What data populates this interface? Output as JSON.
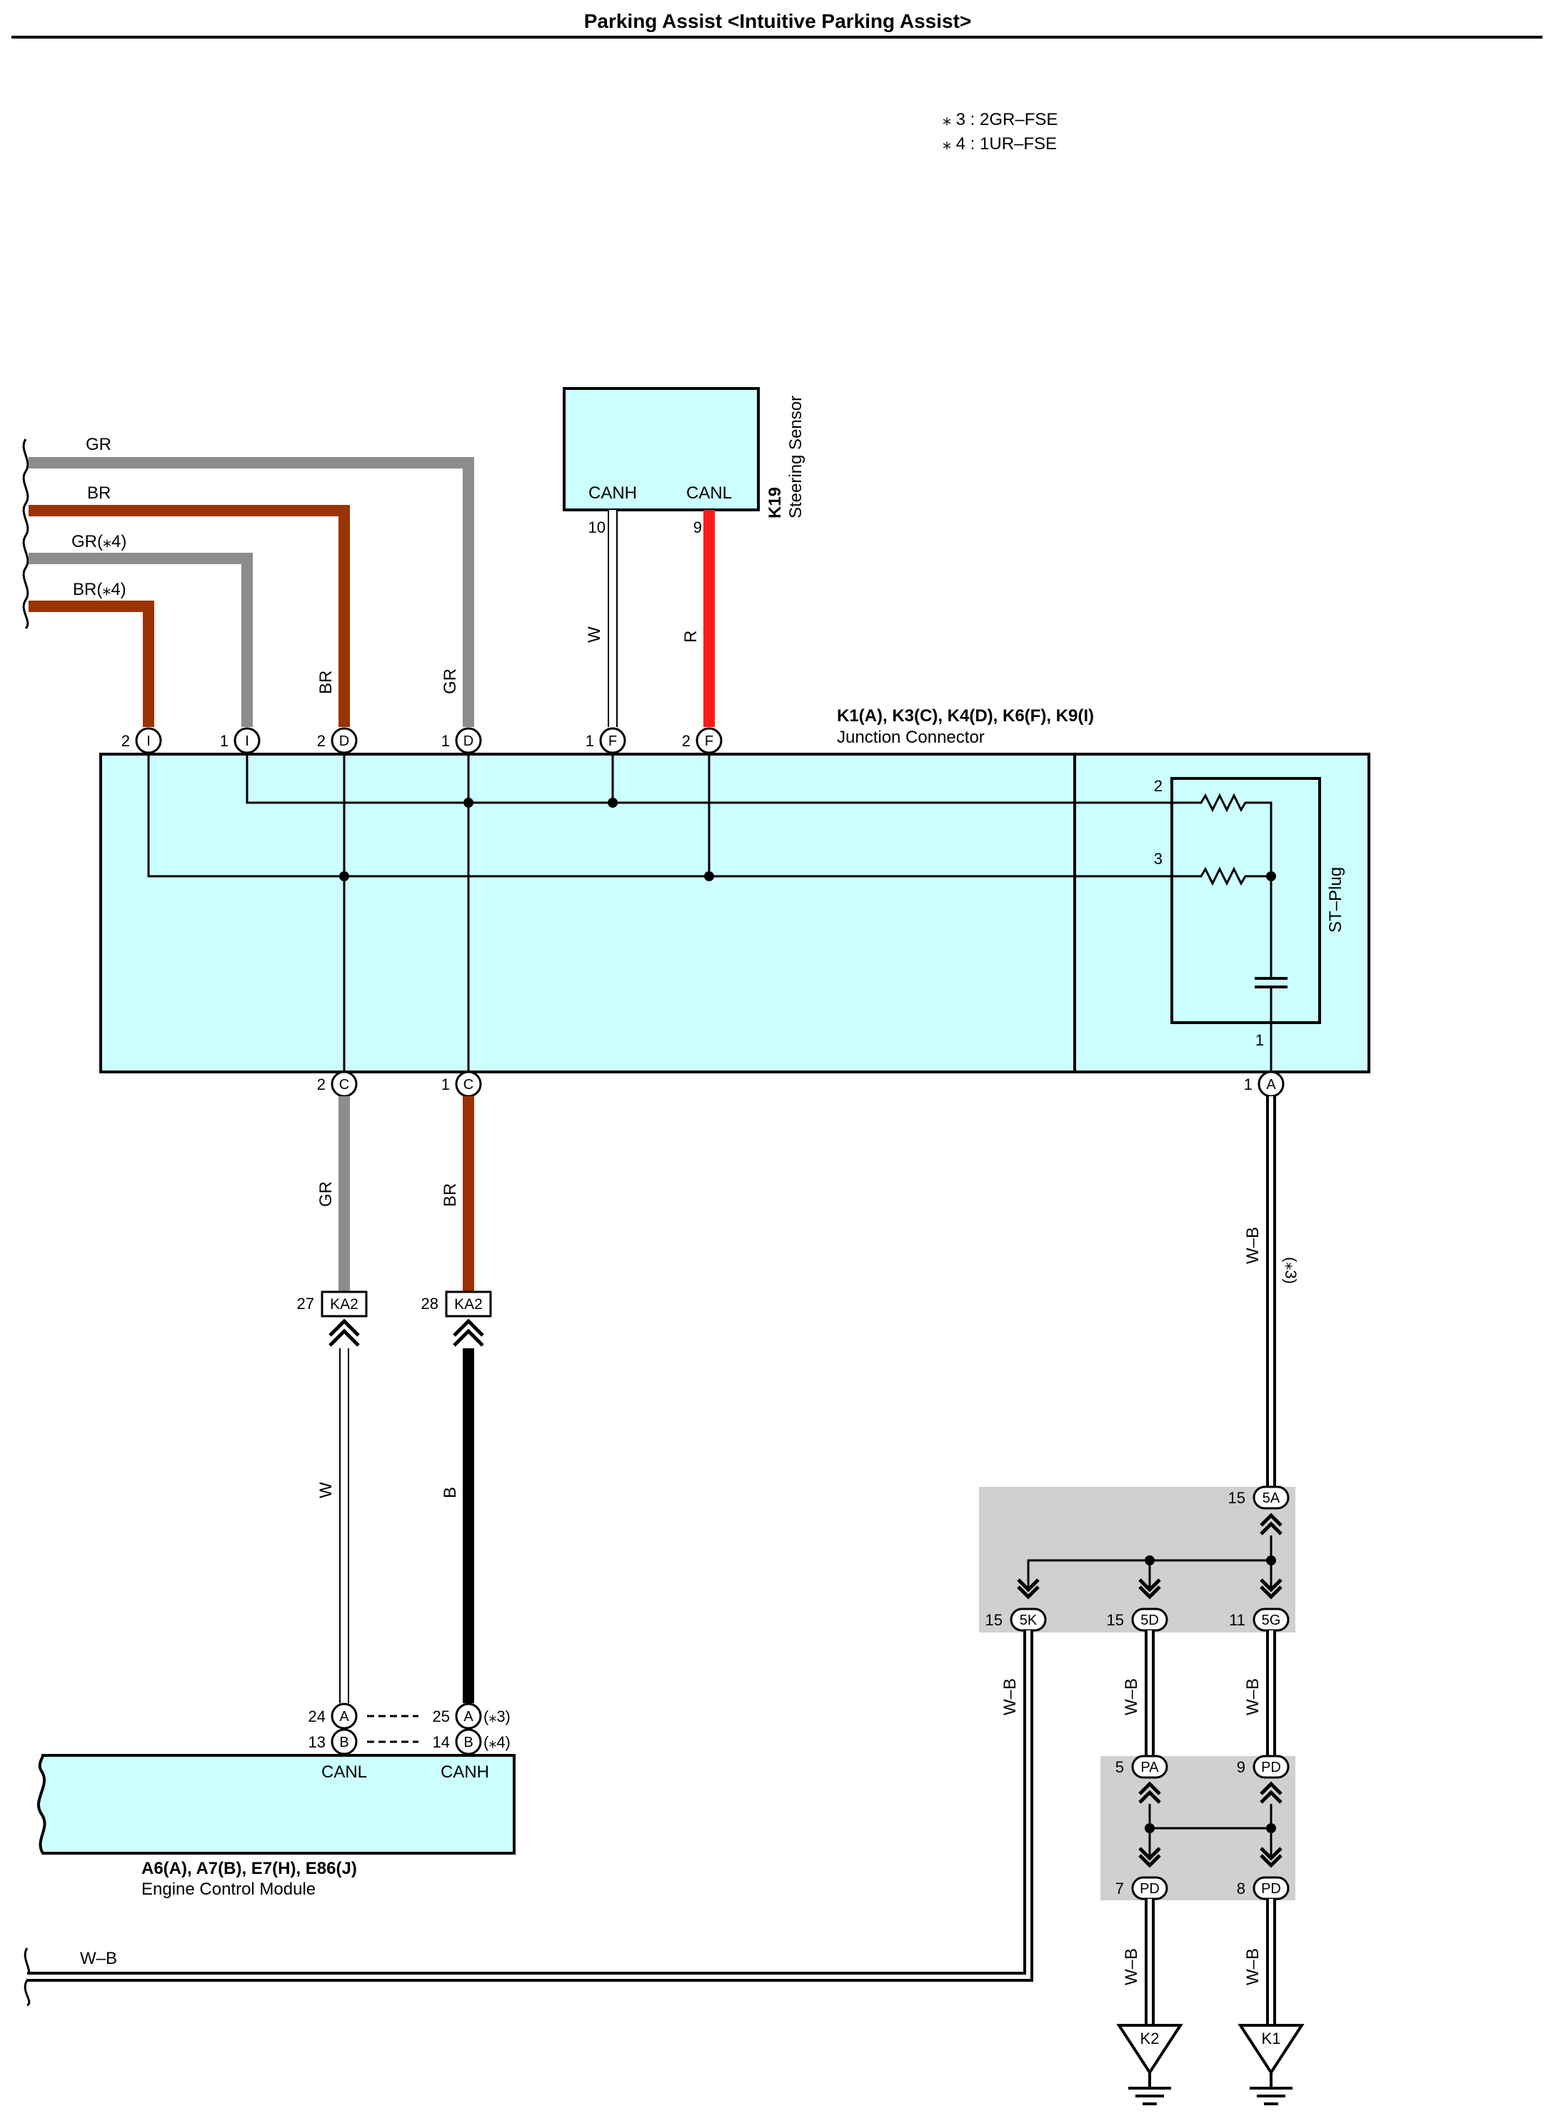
{
  "title": "Parking Assist <Intuitive Parking Assist>",
  "notes": [
    "⁎ 3 : 2GR–FSE",
    "⁎ 4 : 1UR–FSE"
  ],
  "colors": {
    "gray_wire": "#8c8c8c",
    "brown_wire": "#9b3300",
    "red_wire": "#ff1a1a",
    "black_wire": "#000000",
    "component_fill": "#ccffff",
    "junction_block_fill": "#d0d0d0"
  },
  "steering_sensor": {
    "code": "K19",
    "name": "Steering Sensor",
    "terminal_labels": [
      "CANH",
      "CANL"
    ]
  },
  "junction_connector": {
    "codes": "K1(A), K3(C), K4(D), K6(F), K9(I)",
    "name": "Junction Connector",
    "plug_name": "ST–Plug"
  },
  "ecm": {
    "codes": "A6(A), A7(B), E7(H), E86(J)",
    "name": "Engine Control Module",
    "terminal_labels": [
      "CANL",
      "CANH"
    ]
  },
  "wire_labels": {
    "in_gr": "GR",
    "in_br": "BR",
    "in_gr4": "GR(⁎4)",
    "in_br4": "BR(⁎4)",
    "d2": "BR",
    "d1": "GR",
    "f1": "W",
    "f2": "R",
    "c2": "GR",
    "c1": "BR",
    "ecm_w": "W",
    "ecm_b": "B",
    "ground_a": "W–B",
    "ground_a_note": "(⁎3)",
    "wb_5k": "W–B",
    "wb_5d": "W–B",
    "wb_5g": "W–B",
    "wb_k2": "W–B",
    "wb_k1": "W–B",
    "bottom_wb": "W–B"
  },
  "pins": {
    "sensor_canh": "10",
    "sensor_canl": "9",
    "i2": "2",
    "i1": "1",
    "d2": "2",
    "d1": "1",
    "f1": "1",
    "f2": "2",
    "plug2": "2",
    "plug3": "3",
    "plug1": "1",
    "c2": "2",
    "c1": "1",
    "a1": "1",
    "ka2_27": "27",
    "ka2_28": "28",
    "ecm_a24": "24",
    "ecm_a25": "25",
    "ecm_b13": "13",
    "ecm_b14": "14",
    "j5a": "15",
    "j5k": "15",
    "j5d": "15",
    "j5g": "11",
    "jpa": "5",
    "jpd9": "9",
    "jpd7": "7",
    "jpd8": "8"
  },
  "connector_letters": {
    "i": "I",
    "d": "D",
    "f": "F",
    "c": "C",
    "a": "A",
    "b": "B",
    "ka2": "KA2",
    "5a": "5A",
    "5k": "5K",
    "5d": "5D",
    "5g": "5G",
    "pa": "PA",
    "pd": "PD"
  },
  "ecm_notes": {
    "a": "(⁎3)",
    "b": "(⁎4)"
  },
  "grounds": [
    "K2",
    "K1"
  ]
}
